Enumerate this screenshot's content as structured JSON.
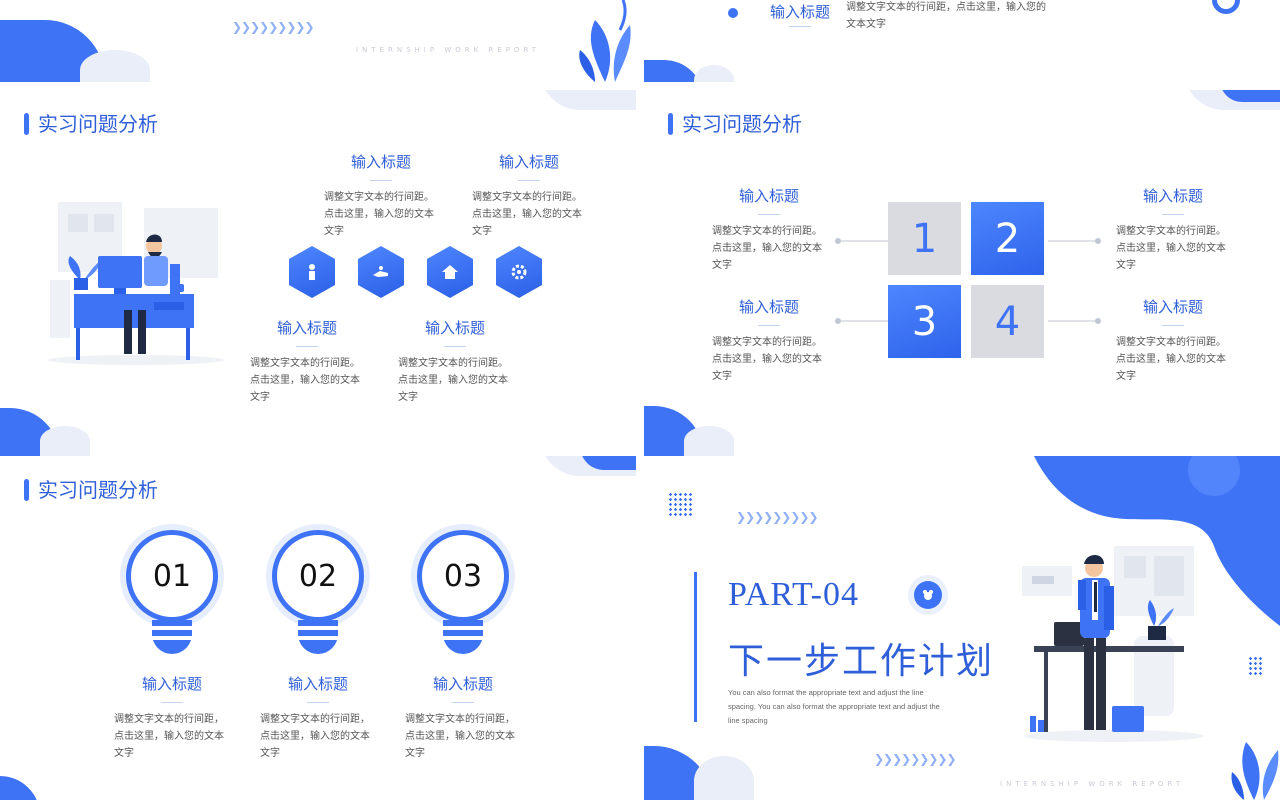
{
  "colors": {
    "accent": "#3f73f5",
    "grey_tile": "#d9dbe0",
    "body_text": "#555555"
  },
  "slide1": {
    "footer": "INTERNSHIP   WORK   REPORT"
  },
  "slide2": {
    "heading": "输入标题",
    "body": "调整文字文本的行间距，点击这里，输入您的文本文字"
  },
  "slide3": {
    "title": "实习问题分析",
    "items": [
      {
        "heading": "输入标题",
        "body": "调整文字文本的行间距。点击这里，输入您的文本文字"
      },
      {
        "heading": "输入标题",
        "body": "调整文字文本的行间距。点击这里，输入您的文本文字"
      },
      {
        "heading": "输入标题",
        "body": "调整文字文本的行间距。点击这里，输入您的文本文字"
      },
      {
        "heading": "输入标题",
        "body": "调整文字文本的行间距。点击这里，输入您的文本文字"
      }
    ],
    "icons": [
      "person-icon",
      "hand-icon",
      "house-icon",
      "gear-icon"
    ]
  },
  "slide4": {
    "title": "实习问题分析",
    "tiles": [
      "1",
      "2",
      "3",
      "4"
    ],
    "items": [
      {
        "heading": "输入标题",
        "body": "调整文字文本的行间距。点击这里，输入您的文本文字"
      },
      {
        "heading": "输入标题",
        "body": "调整文字文本的行间距。点击这里，输入您的文本文字"
      },
      {
        "heading": "输入标题",
        "body": "调整文字文本的行间距。点击这里，输入您的文本文字"
      },
      {
        "heading": "输入标题",
        "body": "调整文字文本的行间距。点击这里，输入您的文本文字"
      }
    ]
  },
  "slide5": {
    "title": "实习问题分析",
    "bulbs": [
      {
        "number": "01",
        "heading": "输入标题",
        "body": "调整文字文本的行间距，点击这里，输入您的文本文字"
      },
      {
        "number": "02",
        "heading": "输入标题",
        "body": "调整文字文本的行间距，点击这里，输入您的文本文字"
      },
      {
        "number": "03",
        "heading": "输入标题",
        "body": "调整文字文本的行间距，点击这里，输入您的文本文字"
      }
    ]
  },
  "slide6": {
    "part": "PART-04",
    "title": "下一步工作计划",
    "description": "You can also format the appropriate text and adjust the line spacing. You can also format the appropriate text and adjust the line spacing",
    "footer": "INTERNSHIP   WORK   REPORT"
  }
}
